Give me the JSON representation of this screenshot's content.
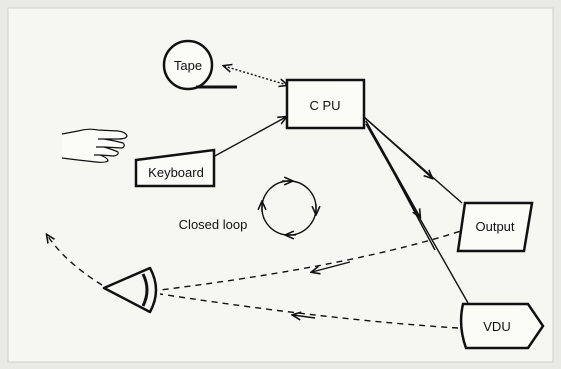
{
  "diagram": {
    "nodes": {
      "tape": "Tape",
      "cpu": "C PU",
      "keyboard": "Keyboard",
      "output": "Output",
      "vdu": "VDU"
    },
    "loop_label": "Closed loop"
  },
  "icons": [
    "hand-icon",
    "eye-icon",
    "closed-loop-icon"
  ],
  "colors": {
    "ink": "#111111",
    "paper": "#f6f6f3",
    "frame": "#e9e9e6"
  }
}
